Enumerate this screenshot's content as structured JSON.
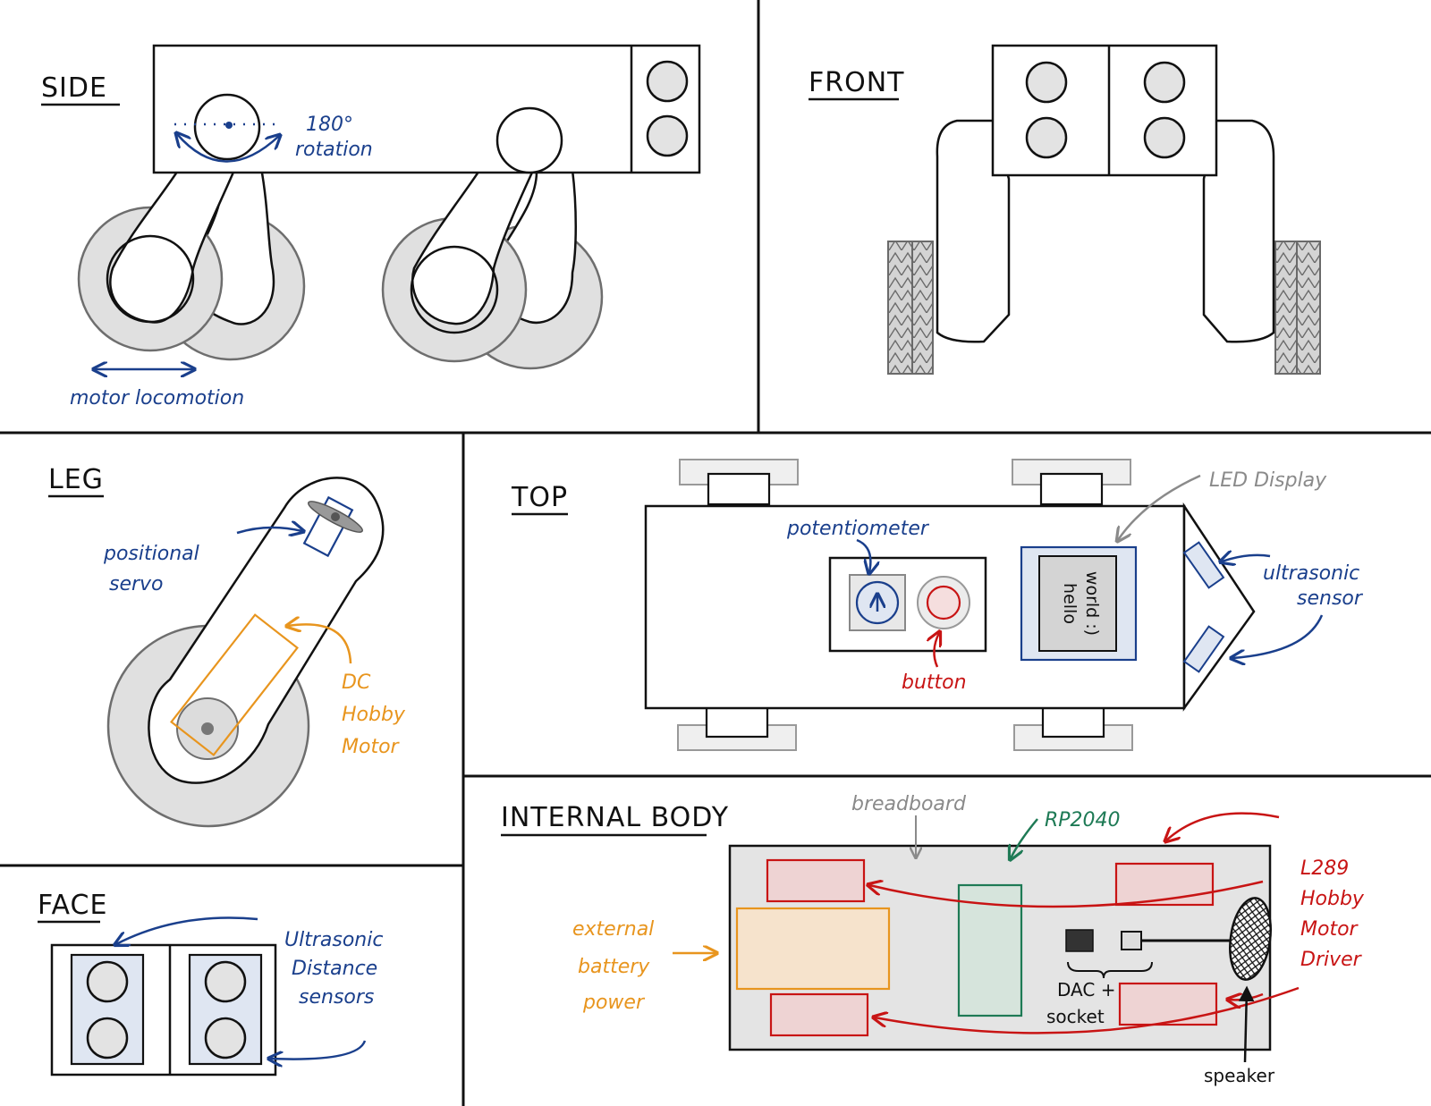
{
  "panels": {
    "side": {
      "title": "SIDE"
    },
    "front": {
      "title": "FRONT"
    },
    "leg": {
      "title": "LEG"
    },
    "top": {
      "title": "TOP"
    },
    "face": {
      "title": "FACE"
    },
    "internal": {
      "title": "INTERNAL BODY"
    }
  },
  "annotations": {
    "side_rotation": [
      "180°",
      "rotation"
    ],
    "side_locomotion": "motor locomotion",
    "leg_servo": [
      "positional",
      "servo"
    ],
    "leg_motor": [
      "DC",
      "Hobby",
      "Motor"
    ],
    "top_potentiometer": "potentiometer",
    "top_button": "button",
    "top_led": "LED Display",
    "top_screen": [
      "hello",
      "world :)"
    ],
    "top_ultrasonic": [
      "ultrasonic",
      "sensor"
    ],
    "face_sensors": [
      "Ultrasonic",
      "Distance",
      "sensors"
    ],
    "int_breadboard": "breadboard",
    "int_rp2040": "RP2040",
    "int_battery": [
      "external",
      "battery",
      "power"
    ],
    "int_dac": [
      "DAC +",
      "socket"
    ],
    "int_driver": [
      "L289",
      "Hobby",
      "Motor",
      "Driver"
    ],
    "int_speaker": "speaker"
  },
  "colors": {
    "ink": "#111111",
    "blue": "#1a3f8c",
    "orange": "#e8951e",
    "red": "#c81414",
    "green": "#1e7a55",
    "gray": "#8a8a8a"
  }
}
